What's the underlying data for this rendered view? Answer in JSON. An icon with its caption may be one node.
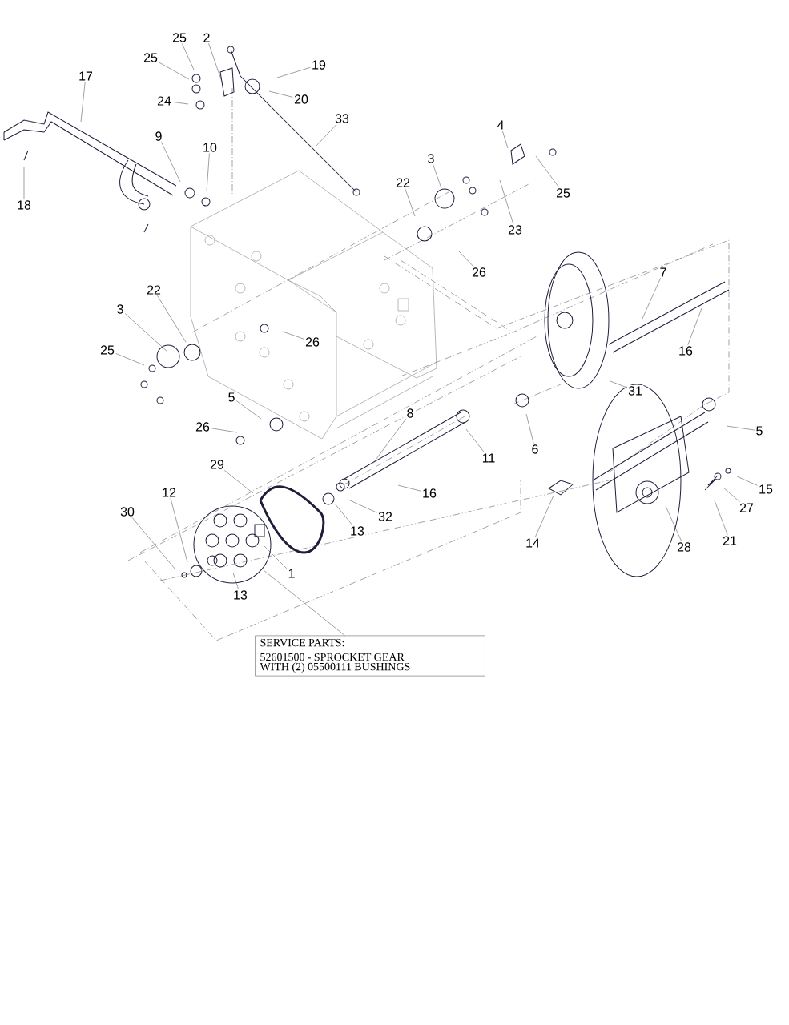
{
  "diagram": {
    "nodes": [
      {
        "text": [
          "25"
        ]
      },
      {
        "text": [
          "2"
        ]
      },
      {
        "text": [
          "25"
        ]
      },
      {
        "text": [
          "19"
        ]
      },
      {
        "text": [
          "24"
        ]
      },
      {
        "text": [
          "20"
        ]
      },
      {
        "text": [
          "17"
        ]
      },
      {
        "text": [
          "33"
        ]
      },
      {
        "text": [
          "9"
        ]
      },
      {
        "text": [
          "10"
        ]
      },
      {
        "text": [
          "18"
        ]
      },
      {
        "text": [
          "4"
        ]
      },
      {
        "text": [
          "3"
        ]
      },
      {
        "text": [
          "22"
        ]
      },
      {
        "text": [
          "25"
        ]
      },
      {
        "text": [
          "23"
        ]
      },
      {
        "text": [
          "26"
        ]
      },
      {
        "text": [
          "7"
        ]
      },
      {
        "text": [
          "16"
        ]
      },
      {
        "text": [
          "22"
        ]
      },
      {
        "text": [
          "3"
        ]
      },
      {
        "text": [
          "25"
        ]
      },
      {
        "text": [
          "26"
        ]
      },
      {
        "text": [
          "5"
        ]
      },
      {
        "text": [
          "26"
        ]
      },
      {
        "text": [
          "8"
        ]
      },
      {
        "text": [
          "31"
        ]
      },
      {
        "text": [
          "11"
        ]
      },
      {
        "text": [
          "6"
        ]
      },
      {
        "text": [
          "5"
        ]
      },
      {
        "text": [
          "29"
        ]
      },
      {
        "text": [
          "12"
        ]
      },
      {
        "text": [
          "30"
        ]
      },
      {
        "text": [
          "32"
        ]
      },
      {
        "text": [
          "16"
        ]
      },
      {
        "text": [
          "13"
        ]
      },
      {
        "text": [
          "14"
        ]
      },
      {
        "text": [
          "28"
        ]
      },
      {
        "text": [
          "21"
        ]
      },
      {
        "text": [
          "27"
        ]
      },
      {
        "text": [
          "15"
        ]
      },
      {
        "text": [
          "13"
        ]
      },
      {
        "text": [
          "1"
        ]
      },
      {
        "text": [
          "SERVICE PARTS:",
          "52601500 - SPROCKET GEAR",
          "WITH (2) 05500111 BUSHINGS"
        ]
      }
    ],
    "edges": [
      {
        "from": 0,
        "to": null,
        "arrow": "none"
      },
      {
        "from": 1,
        "to": null,
        "arrow": "none"
      },
      {
        "from": 2,
        "to": null,
        "arrow": "none"
      },
      {
        "from": 3,
        "to": null,
        "arrow": "none"
      },
      {
        "from": 4,
        "to": null,
        "arrow": "none"
      },
      {
        "from": 5,
        "to": null,
        "arrow": "none"
      },
      {
        "from": 6,
        "to": null,
        "arrow": "none"
      },
      {
        "from": 7,
        "to": null,
        "arrow": "none"
      },
      {
        "from": 8,
        "to": null,
        "arrow": "none"
      },
      {
        "from": 9,
        "to": null,
        "arrow": "none"
      },
      {
        "from": 10,
        "to": null,
        "arrow": "none"
      },
      {
        "from": 11,
        "to": null,
        "arrow": "none"
      },
      {
        "from": 12,
        "to": null,
        "arrow": "none"
      },
      {
        "from": 13,
        "to": null,
        "arrow": "none"
      },
      {
        "from": 14,
        "to": null,
        "arrow": "none"
      },
      {
        "from": 15,
        "to": null,
        "arrow": "none"
      },
      {
        "from": 16,
        "to": null,
        "arrow": "none"
      },
      {
        "from": 17,
        "to": null,
        "arrow": "none"
      },
      {
        "from": 18,
        "to": null,
        "arrow": "none"
      },
      {
        "from": 19,
        "to": null,
        "arrow": "none"
      },
      {
        "from": 20,
        "to": null,
        "arrow": "none"
      },
      {
        "from": 21,
        "to": null,
        "arrow": "none"
      },
      {
        "from": 22,
        "to": null,
        "arrow": "none"
      },
      {
        "from": 23,
        "to": null,
        "arrow": "none"
      },
      {
        "from": 24,
        "to": null,
        "arrow": "none"
      },
      {
        "from": 25,
        "to": null,
        "arrow": "none"
      },
      {
        "from": 26,
        "to": null,
        "arrow": "none"
      },
      {
        "from": 27,
        "to": null,
        "arrow": "none"
      },
      {
        "from": 28,
        "to": null,
        "arrow": "none"
      },
      {
        "from": 29,
        "to": null,
        "arrow": "none"
      },
      {
        "from": 30,
        "to": null,
        "arrow": "none"
      },
      {
        "from": 31,
        "to": null,
        "arrow": "none"
      },
      {
        "from": 32,
        "to": null,
        "arrow": "none"
      },
      {
        "from": 33,
        "to": null,
        "arrow": "none"
      },
      {
        "from": 34,
        "to": null,
        "arrow": "none"
      },
      {
        "from": 35,
        "to": null,
        "arrow": "none"
      },
      {
        "from": 36,
        "to": null,
        "arrow": "none"
      },
      {
        "from": 37,
        "to": null,
        "arrow": "none"
      },
      {
        "from": 38,
        "to": null,
        "arrow": "none"
      },
      {
        "from": 39,
        "to": null,
        "arrow": "none"
      },
      {
        "from": 40,
        "to": null,
        "arrow": "none"
      },
      {
        "from": 41,
        "to": null,
        "arrow": "none"
      },
      {
        "from": 42,
        "to": null,
        "arrow": "none"
      },
      {
        "from": 43,
        "to": null,
        "arrow": "none"
      }
    ]
  }
}
